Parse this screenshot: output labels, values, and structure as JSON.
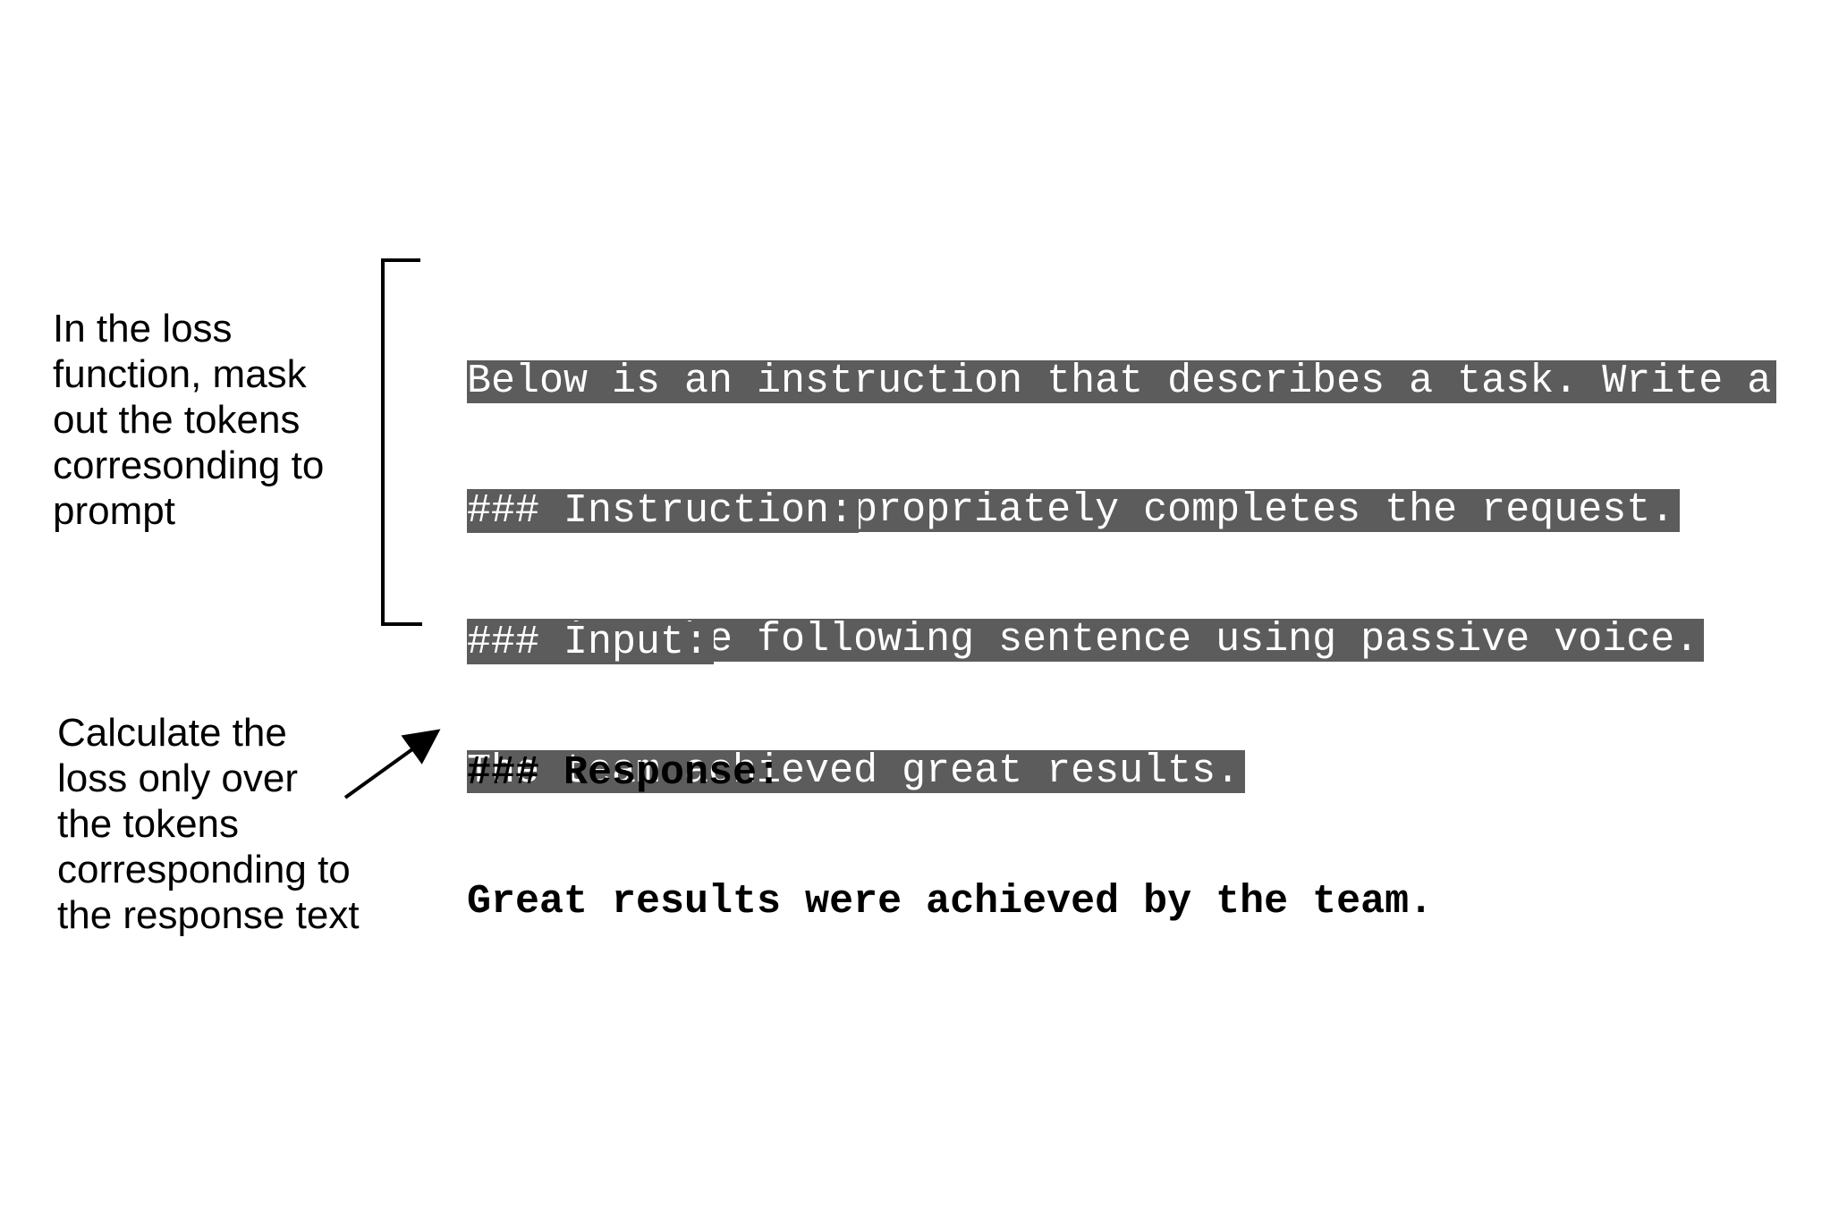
{
  "annotations": {
    "mask_note": [
      "In the loss",
      "function, mask",
      "out the tokens",
      "corresonding to",
      "prompt"
    ],
    "loss_note": [
      "Calculate the",
      "loss only over",
      "the tokens",
      "corresponding to",
      "the response text"
    ]
  },
  "prompt": {
    "header": [
      "Below is an instruction that describes a task. Write a",
      "response that appropriately completes the request."
    ],
    "instruction_block": [
      "### Instruction:",
      "Rewrite the following sentence using passive voice."
    ],
    "input_block": [
      "### Input:",
      "The team achieved great results."
    ]
  },
  "response_block": [
    "### Response:",
    "Great results were achieved by the team."
  ],
  "colors": {
    "mask_background": "#5c5c5c",
    "mask_text": "#ffffff",
    "text": "#000000"
  }
}
